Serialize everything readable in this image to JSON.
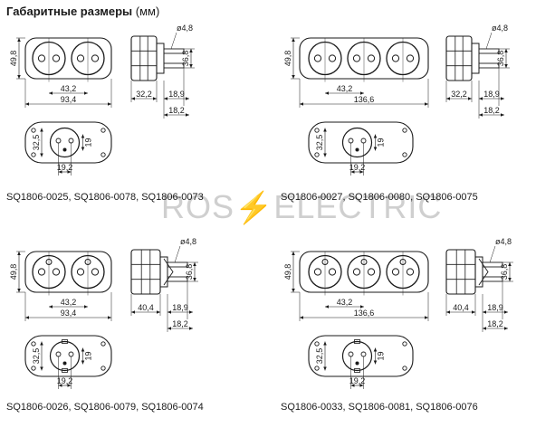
{
  "heading": {
    "bold": "Габаритные размеры",
    "unit": "(мм)"
  },
  "watermark": {
    "left": "ROS",
    "bolt": "⚡",
    "right": "ELECTRIC"
  },
  "colors": {
    "line": "#1a1a1a",
    "watermark": "#cfcfcf",
    "bolt": "#f0b880"
  },
  "blocks": [
    {
      "sockets": 2,
      "ground": false,
      "caption": "SQ1806-0025, SQ1806-0078, SQ1806-0073",
      "dims": {
        "height": "49,8",
        "pitch": "43,2",
        "width": "93,4",
        "depth": "32,2",
        "pin_dia": "ø4,8",
        "pin_height": "36,8",
        "offset1": "18,9",
        "offset2": "18,2",
        "bottom_w": "19,2",
        "bottom_h": "32,5",
        "bottom_s": "19"
      }
    },
    {
      "sockets": 3,
      "ground": false,
      "caption": "SQ1806-0027, SQ1806-0080, SQ1806-0075",
      "dims": {
        "height": "49,8",
        "pitch": "43,2",
        "width": "136,6",
        "depth": "32,2",
        "pin_dia": "ø4,8",
        "pin_height": "36,8",
        "offset1": "18,9",
        "offset2": "18,2",
        "bottom_w": "19,2",
        "bottom_h": "32,5",
        "bottom_s": "19"
      }
    },
    {
      "sockets": 2,
      "ground": true,
      "caption": "SQ1806-0026, SQ1806-0079, SQ1806-0074",
      "dims": {
        "height": "49,8",
        "pitch": "43,2",
        "width": "93,4",
        "depth": "40,4",
        "pin_dia": "ø4,8",
        "pin_height": "36,8",
        "offset1": "18,9",
        "offset2": "18,2",
        "bottom_w": "19,2",
        "bottom_h": "32,5",
        "bottom_s": "19"
      }
    },
    {
      "sockets": 3,
      "ground": true,
      "caption": "SQ1806-0033, SQ1806-0081, SQ1806-0076",
      "dims": {
        "height": "49,8",
        "pitch": "43,2",
        "width": "136,6",
        "depth": "40,4",
        "pin_dia": "ø4,8",
        "pin_height": "36,8",
        "offset1": "18,9",
        "offset2": "18,2",
        "bottom_w": "19,2",
        "bottom_h": "32,5",
        "bottom_s": "19"
      }
    }
  ]
}
